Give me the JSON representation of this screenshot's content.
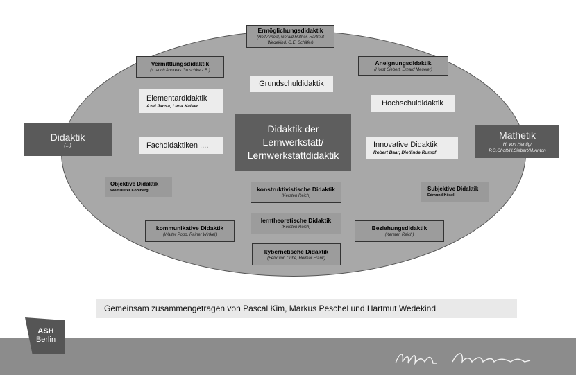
{
  "nodes": {
    "ermoeglichung": {
      "title": "Ermöglichungsdidaktik",
      "sub": "(Rolf Arnold, Gerald Hüther, Hartmut Wedekind, G.E. Schäfer)"
    },
    "vermittlung": {
      "title": "Vermittlungsdidaktik",
      "sub": "(s. auch Andreas Gruschka z.B.)"
    },
    "aneignung": {
      "title": "Aneignungsdidaktik",
      "sub": "(Horst Siebert, Erhard Meueler)"
    },
    "grundschul": {
      "title": "Grundschuldidaktik"
    },
    "elementar": {
      "title": "Elementardidaktik",
      "sub": "Axel Jansa, Lena Kaiser"
    },
    "hochschul": {
      "title": "Hochschuldidaktik"
    },
    "didaktik_left": {
      "title": "Didaktik",
      "sub": "(...)"
    },
    "center": {
      "title": "Didaktik der Lernwerkstatt/ Lernwerkstattdidaktik"
    },
    "mathetik": {
      "title": "Mathetik",
      "sub": "H. von Hentig/ P.O.Chott/H.Siebert/M.Anton"
    },
    "fach": {
      "title": "Fachdidaktiken ...."
    },
    "innovative": {
      "title": "Innovative Didaktik",
      "sub": "Robert Baar, Dietlinde Rumpf"
    },
    "objektive": {
      "title": "Objektive Didaktik",
      "sub": "Wolf Dieter Kohlberg"
    },
    "konstruktiv": {
      "title": "konstruktivistische Didaktik",
      "sub": "(Kersten Reich)"
    },
    "subjektive": {
      "title": "Subjektive Didaktik",
      "sub": "Edmund Kösel"
    },
    "kommunikativ": {
      "title": "kommunikative Didaktik",
      "sub": "(Walter Popp, Rainer Winkel)"
    },
    "lerntheoretisch": {
      "title": "lerntheoretische Didaktik",
      "sub": "(Kersten Reich)"
    },
    "beziehung": {
      "title": "Beziehungsdidaktik",
      "sub": "(Kersten Reich)"
    },
    "kybernetisch": {
      "title": "kybernetische Didaktik",
      "sub": "(Felix von Cube, Helmar Frank)"
    }
  },
  "footer": {
    "text": "Gemeinsam zusammengetragen von Pascal Kim, Markus Peschel und Hartmut Wedekind"
  },
  "logo": {
    "line1": "ASH",
    "line2": "Berlin"
  }
}
